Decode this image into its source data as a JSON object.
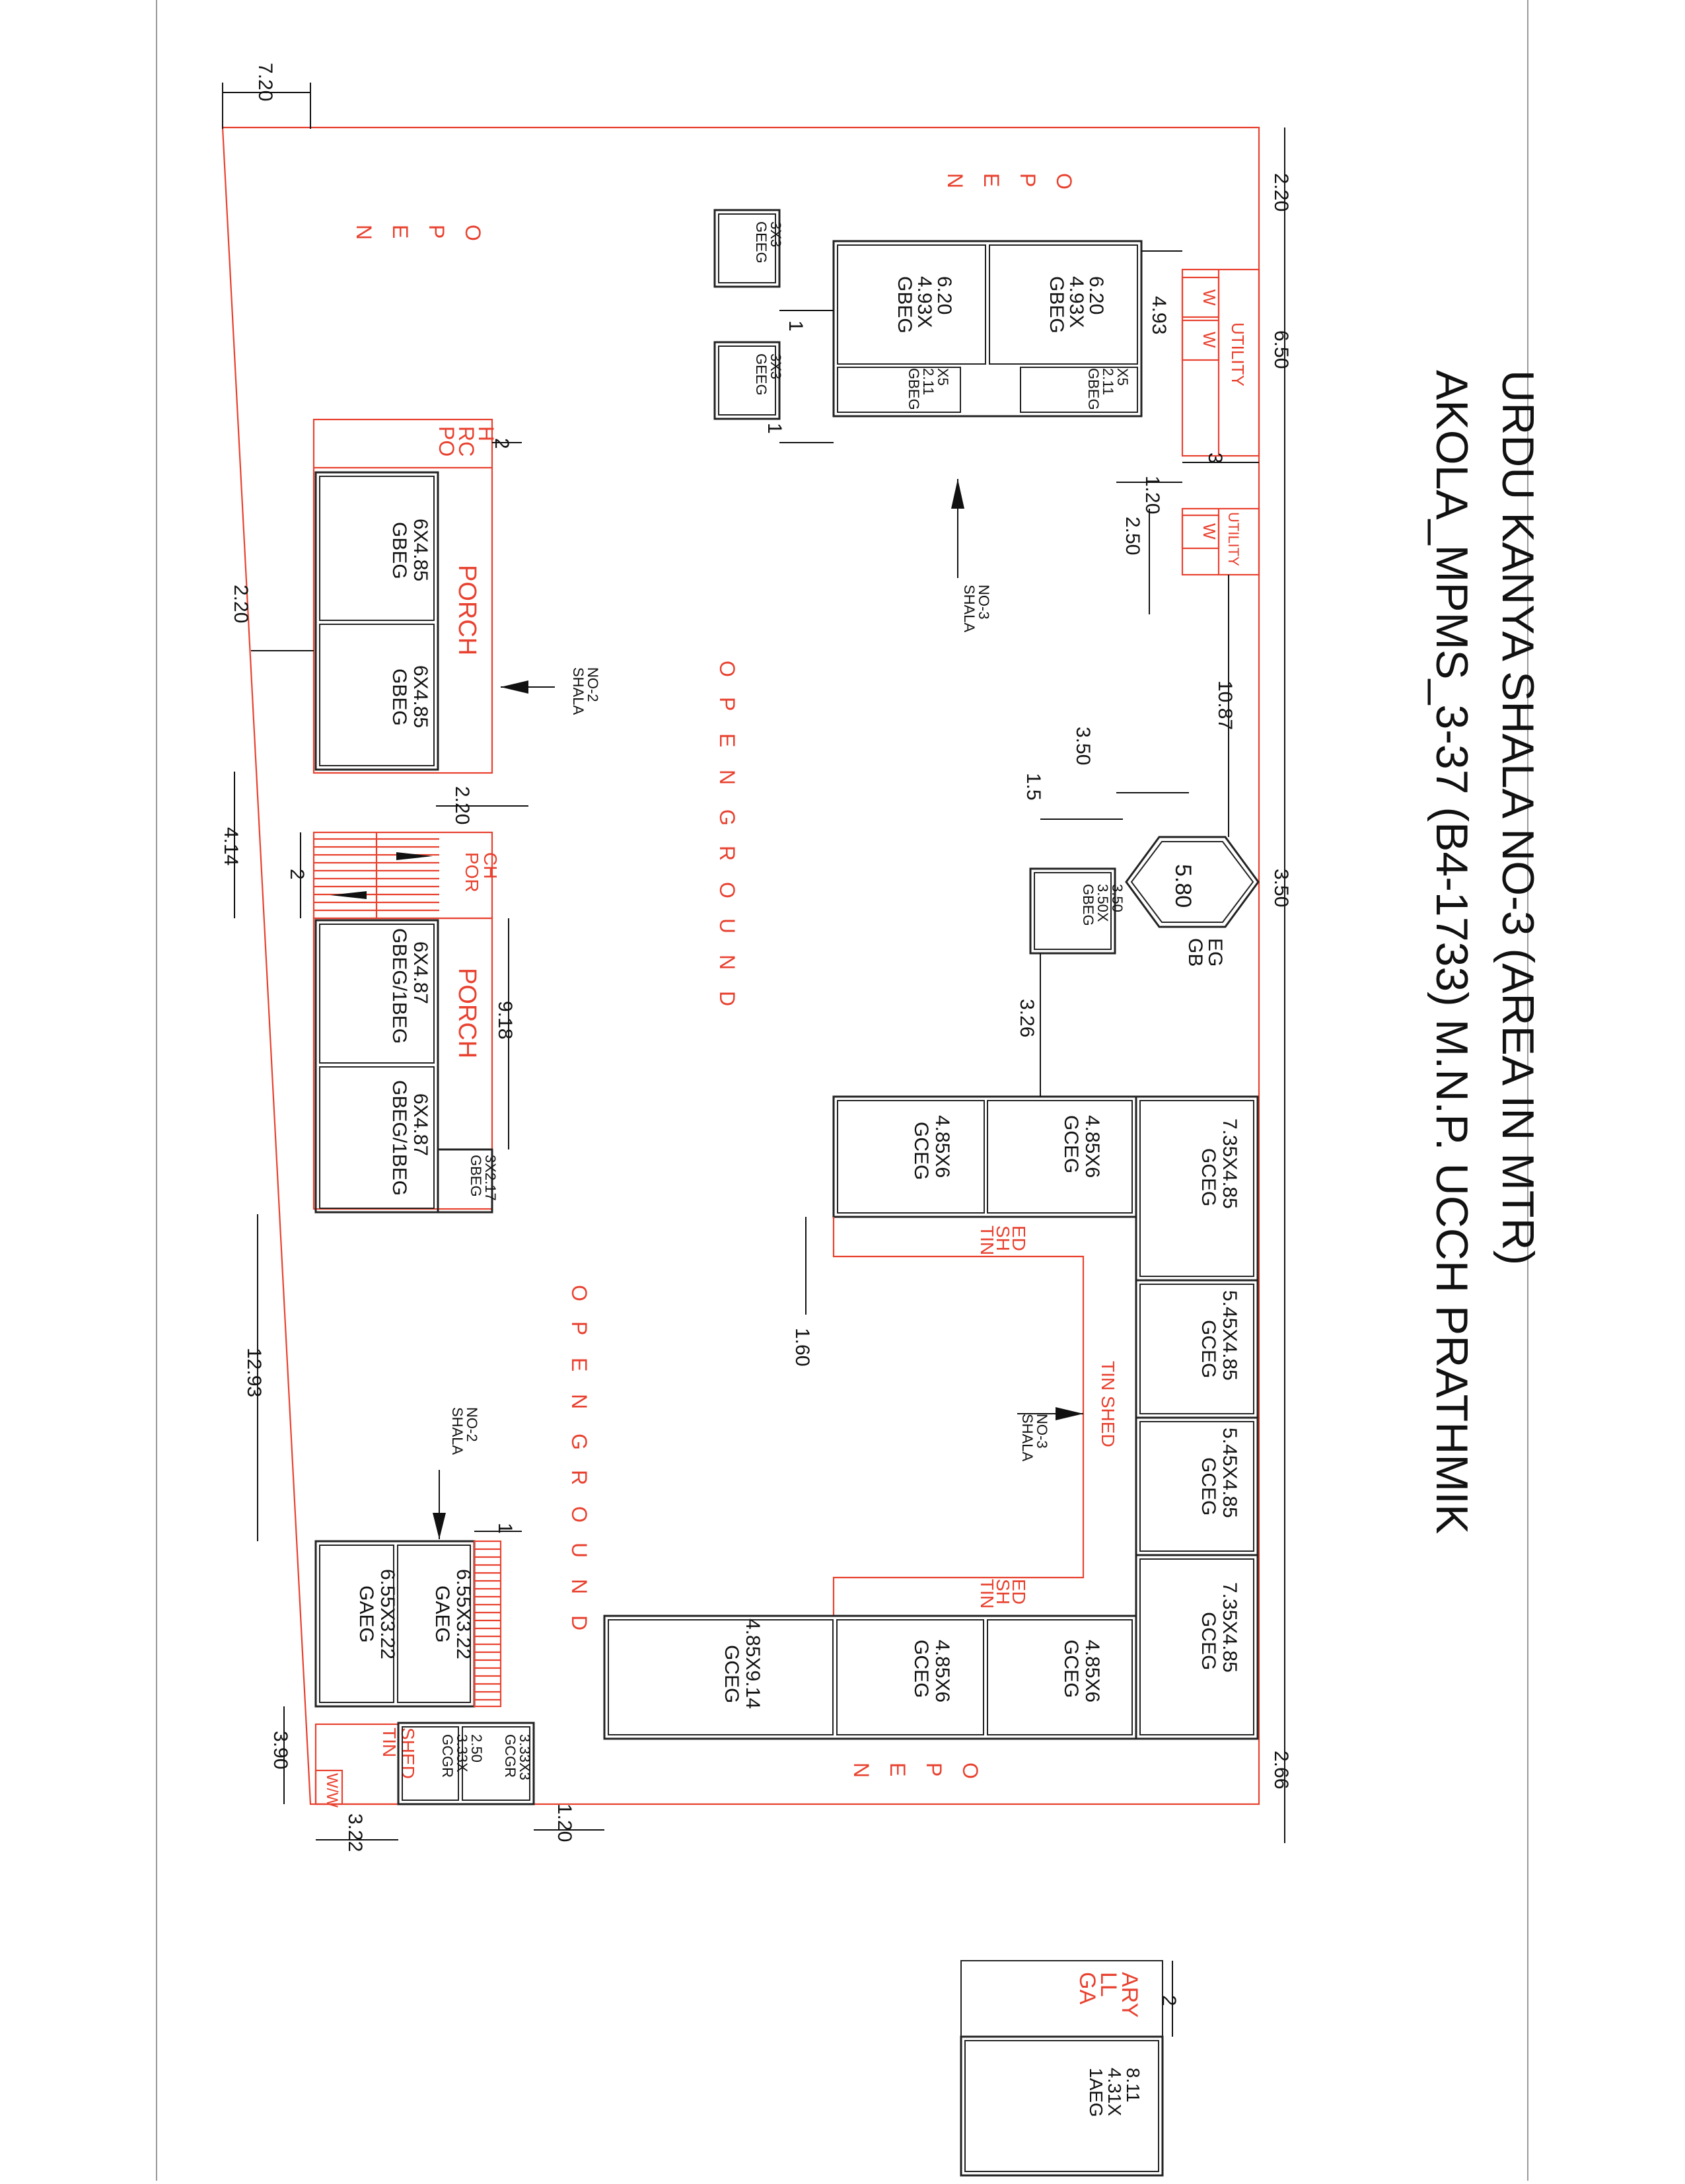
{
  "title": {
    "line1": "AKOLA_MPMS_3-37 (B4-1733) M.N.P. UCCH PRATHMIK",
    "line2": "URDU KANYA SHALA NO-3 (AREA IN MTR)"
  },
  "rooms": {
    "gbeg_493_a": [
      "GBEG",
      "4.93X",
      "6.20"
    ],
    "gbeg_493_b": [
      "GBEG",
      "4.93X",
      "6.20"
    ],
    "gbeg_211_a": [
      "GBEG",
      "2.11",
      "X5"
    ],
    "gbeg_211_b": [
      "GBEG",
      "2.11",
      "X5"
    ],
    "geeg_a": [
      "GEEG",
      "3X3"
    ],
    "geeg_b": [
      "GEEG",
      "3X3"
    ],
    "gbeg_porch_a": [
      "GBEG",
      "6X4.85"
    ],
    "gbeg_porch_b": [
      "GBEG",
      "6X4.85"
    ],
    "gbeg_hex": [
      "GB",
      "EG"
    ],
    "gbeg_350": [
      "GBEG",
      "3.50X",
      "3.50"
    ],
    "gbeg_1beg_a": [
      "GBEG/1BEG",
      "6X4.87"
    ],
    "gbeg_1beg_b": [
      "GBEG/1BEG",
      "6X4.87"
    ],
    "gbeg_217": [
      "GBEG",
      "3X2.17"
    ],
    "gceg_735_a": [
      "GCEG",
      "7.35X4.85"
    ],
    "gceg_735_b": [
      "GCEG",
      "7.35X4.85"
    ],
    "gceg_545_a": [
      "GCEG",
      "5.45X4.85"
    ],
    "gceg_545_b": [
      "GCEG",
      "5.45X4.85"
    ],
    "gceg_485_a": [
      "GCEG",
      "4.85X6"
    ],
    "gceg_485_b": [
      "GCEG",
      "4.85X6"
    ],
    "gceg_485_c": [
      "GCEG",
      "4.85X6"
    ],
    "gceg_485_d": [
      "GCEG",
      "4.85X6"
    ],
    "gceg_914": [
      "GCEG",
      "4.85X9.14"
    ],
    "gaeg_a": [
      "GAEG",
      "6.55X3.22"
    ],
    "gaeg_b": [
      "GAEG",
      "6.55X3.22"
    ],
    "gcgr_a": [
      "GCGR",
      "3.33X3"
    ],
    "gcgr_b": [
      "GCGR",
      "3.33X",
      "2.50"
    ],
    "aeg_gallery": [
      "1AEG",
      "4.31X",
      "8.11"
    ]
  },
  "labels": {
    "open": [
      "O",
      "P",
      "E",
      "N"
    ],
    "open_ground": [
      "O",
      "P",
      "E",
      "N",
      "G",
      "R",
      "O",
      "U",
      "N",
      "D"
    ],
    "porch": "PORCH",
    "porch_split": [
      "PO",
      "RC",
      "H"
    ],
    "porch_small": [
      "POR",
      "CH"
    ],
    "utility": "UTILITY",
    "w": "W",
    "ww": "W/W",
    "tin_shed": "TIN SHED",
    "tin_shed_split": [
      "TIN",
      "SH",
      "ED"
    ],
    "tin_shed_two": [
      "TIN",
      "SHED"
    ],
    "shala_no3": [
      "SHALA",
      "NO-3"
    ],
    "shala_no2": [
      "SHALA",
      "NO-2"
    ],
    "gallery": [
      "GA",
      "LL",
      "ARY"
    ]
  },
  "dimensions": {
    "d_720": "7.20",
    "d_220_top": "2.20",
    "d_650": "6.50",
    "d_493": "4.93",
    "d_1_a": "1",
    "d_1_b": "1",
    "d_3": "3",
    "d_120_a": "1.20",
    "d_250": "2.50",
    "d_1087": "10.87",
    "d_350_a": "3.50",
    "d_15": "1.5",
    "d_350_b": "3.50",
    "d_580": "5.80",
    "d_326": "3.26",
    "d_2_porch": "2",
    "d_220_left": "2.20",
    "d_220_mid": "2.20",
    "d_414": "4.14",
    "d_2_stair": "2",
    "d_918": "9.18",
    "d_160": "1.60",
    "d_1293": "12.93",
    "d_1_stair": "1",
    "d_390": "3.90",
    "d_322": "3.22",
    "d_120_b": "1.20",
    "d_266": "2.66",
    "d_2_gallery": "2"
  },
  "colors": {
    "wall": "#222222",
    "annotation": "#e8412f"
  }
}
